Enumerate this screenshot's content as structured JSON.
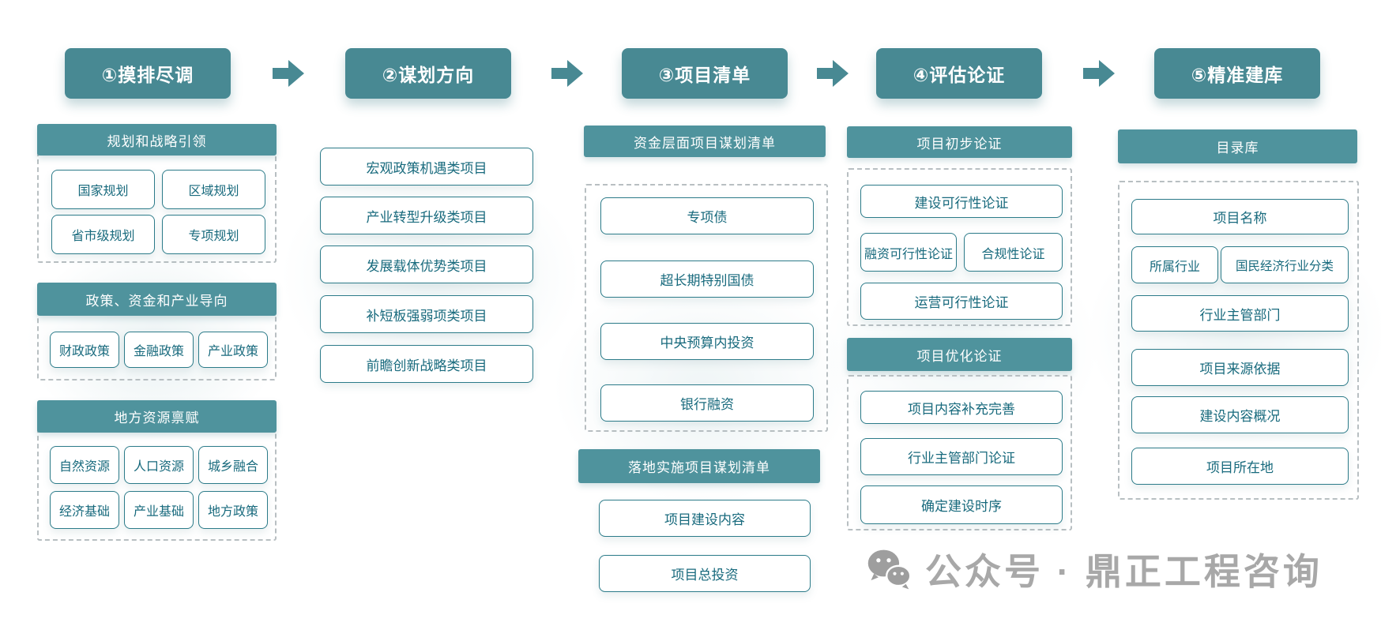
{
  "steps": [
    "①摸排尽调",
    "②谋划方向",
    "③项目清单",
    "④评估论证",
    "⑤精准建库"
  ],
  "col1": {
    "sections": [
      {
        "title": "规划和战略引领",
        "items": [
          "国家规划",
          "区域规划",
          "省市级规划",
          "专项规划"
        ]
      },
      {
        "title": "政策、资金和产业导向",
        "items": [
          "财政政策",
          "金融政策",
          "产业政策"
        ]
      },
      {
        "title": "地方资源禀赋",
        "items": [
          "自然资源",
          "人口资源",
          "城乡融合",
          "经济基础",
          "产业基础",
          "地方政策"
        ]
      }
    ]
  },
  "col2": {
    "items": [
      "宏观政策机遇类项目",
      "产业转型升级类项目",
      "发展载体优势类项目",
      "补短板强弱项类项目",
      "前瞻创新战略类项目"
    ]
  },
  "col3": {
    "sections": [
      {
        "title": "资金层面项目谋划清单",
        "items": [
          "专项债",
          "超长期特别国债",
          "中央预算内投资",
          "银行融资"
        ]
      },
      {
        "title": "落地实施项目谋划清单",
        "items": [
          "项目建设内容",
          "项目总投资"
        ]
      }
    ]
  },
  "col4": {
    "sections": [
      {
        "title": "项目初步论证",
        "items": [
          "建设可行性论证",
          "融资可行性论证",
          "合规性论证",
          "运营可行性论证"
        ]
      },
      {
        "title": "项目优化论证",
        "items": [
          "项目内容补充完善",
          "行业主管部门论证",
          "确定建设时序"
        ]
      }
    ]
  },
  "col5": {
    "title": "目录库",
    "items": [
      "项目名称",
      "所属行业",
      "国民经济行业分类",
      "行业主管部门",
      "项目来源依据",
      "建设内容概况",
      "项目所在地"
    ]
  },
  "watermark": {
    "text": "公众号 · 鼎正工程咨询"
  },
  "colors": {
    "teal": "#488993",
    "bar": "#4f939d",
    "border": "#2c7b89",
    "text": "#186a7d",
    "dash": "#b8bfc2",
    "wm": "#a8a8a8"
  }
}
